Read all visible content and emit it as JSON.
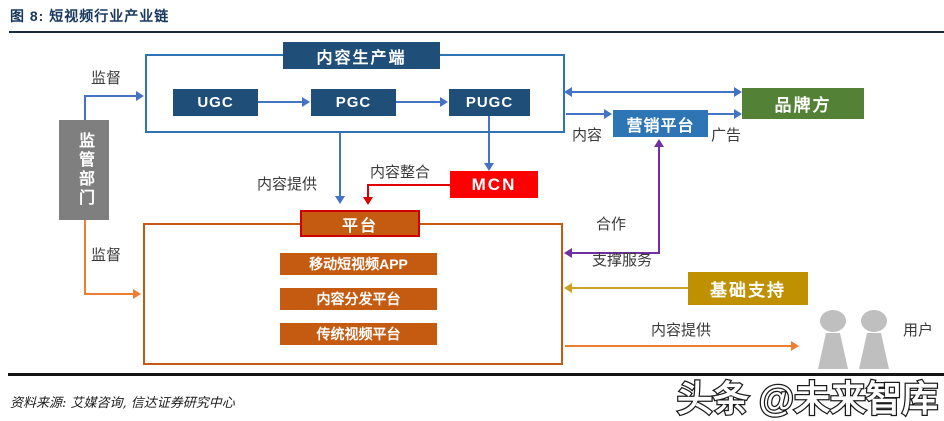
{
  "title": "图 8: 短视频行业产业链",
  "nodes": {
    "content_production": "内容生产端",
    "ugc": "UGC",
    "pgc": "PGC",
    "pugc": "PUGC",
    "regulator": "监管部门",
    "mcn": "MCN",
    "platform": "平台",
    "mobile_app": "移动短视频APP",
    "distribution": "内容分发平台",
    "traditional": "传统视频平台",
    "marketing": "营销平台",
    "brand": "品牌方",
    "infrastructure": "基础支持",
    "users": "用户"
  },
  "edge_labels": {
    "supervise_top": "监督",
    "supervise_bottom": "监督",
    "content_supply_mid": "内容提供",
    "content_integration": "内容整合",
    "content": "内容",
    "ads": "广告",
    "cooperation": "合作",
    "support_service": "支撑服务",
    "content_supply_bottom": "内容提供"
  },
  "footer": {
    "source": "资料来源: 艾媒咨询, 信达证券研究中心",
    "watermark": "头条 @未来智库"
  },
  "icons": {
    "users": "person-icon"
  },
  "colors": {
    "title_navy": "#17375E",
    "dark_blue_box": "#1F4E79",
    "blue_container_border": "#2E74B5",
    "blue_arrow": "#4472C4",
    "gray_box": "#7F7F7F",
    "mcn_red": "#FF0000",
    "red_arrow": "#E00000",
    "orange_box": "#C55A11",
    "platform_border_red": "#D00000",
    "orange_arrow": "#ED7D31",
    "marketing_blue": "#2E75B6",
    "brand_green": "#538135",
    "infrastructure_gold": "#BF9000",
    "gold_arrow": "#C9A227",
    "purple_arrow": "#7030A0",
    "user_icon_gray": "#BFBFBF"
  }
}
